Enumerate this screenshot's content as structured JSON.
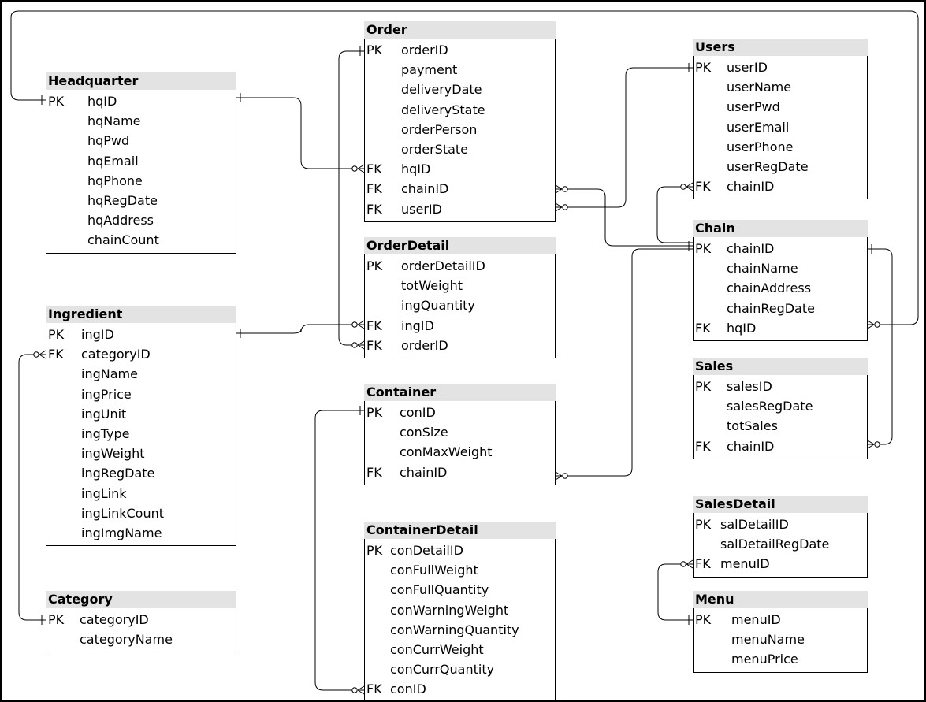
{
  "diagram": {
    "entities": [
      {
        "id": "headquarter",
        "title": "Headquarter",
        "fields": [
          {
            "key": "PK",
            "name": "hqID"
          },
          {
            "key": "",
            "name": "hqName"
          },
          {
            "key": "",
            "name": "hqPwd"
          },
          {
            "key": "",
            "name": "hqEmail"
          },
          {
            "key": "",
            "name": "hqPhone"
          },
          {
            "key": "",
            "name": "hqRegDate"
          },
          {
            "key": "",
            "name": "hqAddress"
          },
          {
            "key": "",
            "name": "chainCount"
          }
        ]
      },
      {
        "id": "order",
        "title": "Order",
        "fields": [
          {
            "key": "PK",
            "name": "orderID"
          },
          {
            "key": "",
            "name": "payment"
          },
          {
            "key": "",
            "name": "deliveryDate"
          },
          {
            "key": "",
            "name": "deliveryState"
          },
          {
            "key": "",
            "name": "orderPerson"
          },
          {
            "key": "",
            "name": "orderState"
          },
          {
            "key": "FK",
            "name": "hqID"
          },
          {
            "key": "FK",
            "name": "chainID"
          },
          {
            "key": "FK",
            "name": "userID"
          }
        ]
      },
      {
        "id": "users",
        "title": "Users",
        "fields": [
          {
            "key": "PK",
            "name": "userID"
          },
          {
            "key": "",
            "name": "userName"
          },
          {
            "key": "",
            "name": "userPwd"
          },
          {
            "key": "",
            "name": "userEmail"
          },
          {
            "key": "",
            "name": "userPhone"
          },
          {
            "key": "",
            "name": "userRegDate"
          },
          {
            "key": "FK",
            "name": "chainID"
          }
        ]
      },
      {
        "id": "orderdetail",
        "title": "OrderDetail",
        "fields": [
          {
            "key": "PK",
            "name": "orderDetailID"
          },
          {
            "key": "",
            "name": "totWeight"
          },
          {
            "key": "",
            "name": "ingQuantity"
          },
          {
            "key": "FK",
            "name": "ingID"
          },
          {
            "key": "FK",
            "name": "orderID"
          }
        ]
      },
      {
        "id": "chain",
        "title": "Chain",
        "fields": [
          {
            "key": "PK",
            "name": "chainID"
          },
          {
            "key": "",
            "name": "chainName"
          },
          {
            "key": "",
            "name": "chainAddress"
          },
          {
            "key": "",
            "name": "chainRegDate"
          },
          {
            "key": "FK",
            "name": "hqID"
          }
        ]
      },
      {
        "id": "ingredient",
        "title": "Ingredient",
        "fields": [
          {
            "key": "PK",
            "name": "ingID"
          },
          {
            "key": "FK",
            "name": "categoryID"
          },
          {
            "key": "",
            "name": "ingName"
          },
          {
            "key": "",
            "name": "ingPrice"
          },
          {
            "key": "",
            "name": "ingUnit"
          },
          {
            "key": "",
            "name": "ingType"
          },
          {
            "key": "",
            "name": "ingWeight"
          },
          {
            "key": "",
            "name": "ingRegDate"
          },
          {
            "key": "",
            "name": "ingLink"
          },
          {
            "key": "",
            "name": "ingLinkCount"
          },
          {
            "key": "",
            "name": "ingImgName"
          }
        ]
      },
      {
        "id": "sales",
        "title": "Sales",
        "fields": [
          {
            "key": "PK",
            "name": "salesID"
          },
          {
            "key": "",
            "name": "salesRegDate"
          },
          {
            "key": "",
            "name": "totSales"
          },
          {
            "key": "FK",
            "name": "chainID"
          }
        ]
      },
      {
        "id": "container",
        "title": "Container",
        "fields": [
          {
            "key": "PK",
            "name": "conID"
          },
          {
            "key": "",
            "name": "conSize"
          },
          {
            "key": "",
            "name": "conMaxWeight"
          },
          {
            "key": "FK",
            "name": "chainID"
          }
        ]
      },
      {
        "id": "salesdetail",
        "title": "SalesDetail",
        "fields": [
          {
            "key": "PK",
            "name": "salDetailID"
          },
          {
            "key": "",
            "name": "salDetailRegDate"
          },
          {
            "key": "FK",
            "name": "menuID"
          }
        ]
      },
      {
        "id": "containerdetail",
        "title": "ContainerDetail",
        "fields": [
          {
            "key": "PK",
            "name": "conDetailID"
          },
          {
            "key": "",
            "name": "conFullWeight"
          },
          {
            "key": "",
            "name": "conFullQuantity"
          },
          {
            "key": "",
            "name": "conWarningWeight"
          },
          {
            "key": "",
            "name": "conWarningQuantity"
          },
          {
            "key": "",
            "name": "conCurrWeight"
          },
          {
            "key": "",
            "name": "conCurrQuantity"
          },
          {
            "key": "FK",
            "name": "conID"
          }
        ]
      },
      {
        "id": "menu",
        "title": "Menu",
        "fields": [
          {
            "key": "PK",
            "name": "menuID"
          },
          {
            "key": "",
            "name": "menuName"
          },
          {
            "key": "",
            "name": "menuPrice"
          }
        ]
      },
      {
        "id": "category",
        "title": "Category",
        "fields": [
          {
            "key": "PK",
            "name": "categoryID"
          },
          {
            "key": "",
            "name": "categoryName"
          }
        ]
      }
    ],
    "relationships": [
      {
        "id": "hq-chain",
        "from": "headquarter.hqID",
        "to": "chain.hqID",
        "type": "one-to-many"
      },
      {
        "id": "hq-order",
        "from": "headquarter.hqID",
        "to": "order.hqID",
        "type": "one-to-many"
      },
      {
        "id": "order-orderdetail",
        "from": "order.orderID",
        "to": "orderdetail.orderID",
        "type": "one-to-many"
      },
      {
        "id": "users-order",
        "from": "users.userID",
        "to": "order.userID",
        "type": "one-to-many"
      },
      {
        "id": "chain-order",
        "from": "chain.chainID",
        "to": "order.chainID",
        "type": "one-to-many"
      },
      {
        "id": "chain-users",
        "from": "chain.chainID",
        "to": "users.chainID",
        "type": "one-to-many"
      },
      {
        "id": "chain-container",
        "from": "chain.chainID",
        "to": "container.chainID",
        "type": "one-to-many"
      },
      {
        "id": "chain-sales",
        "from": "chain.chainID",
        "to": "sales.chainID",
        "type": "one-to-many"
      },
      {
        "id": "ingredient-orderdetail",
        "from": "ingredient.ingID",
        "to": "orderdetail.ingID",
        "type": "one-to-many"
      },
      {
        "id": "category-ingredient",
        "from": "category.categoryID",
        "to": "ingredient.categoryID",
        "type": "one-to-many"
      },
      {
        "id": "container-containerdetail",
        "from": "container.conID",
        "to": "containerdetail.conID",
        "type": "one-to-many"
      },
      {
        "id": "menu-salesdetail",
        "from": "menu.menuID",
        "to": "salesdetail.menuID",
        "type": "one-to-many"
      }
    ]
  }
}
